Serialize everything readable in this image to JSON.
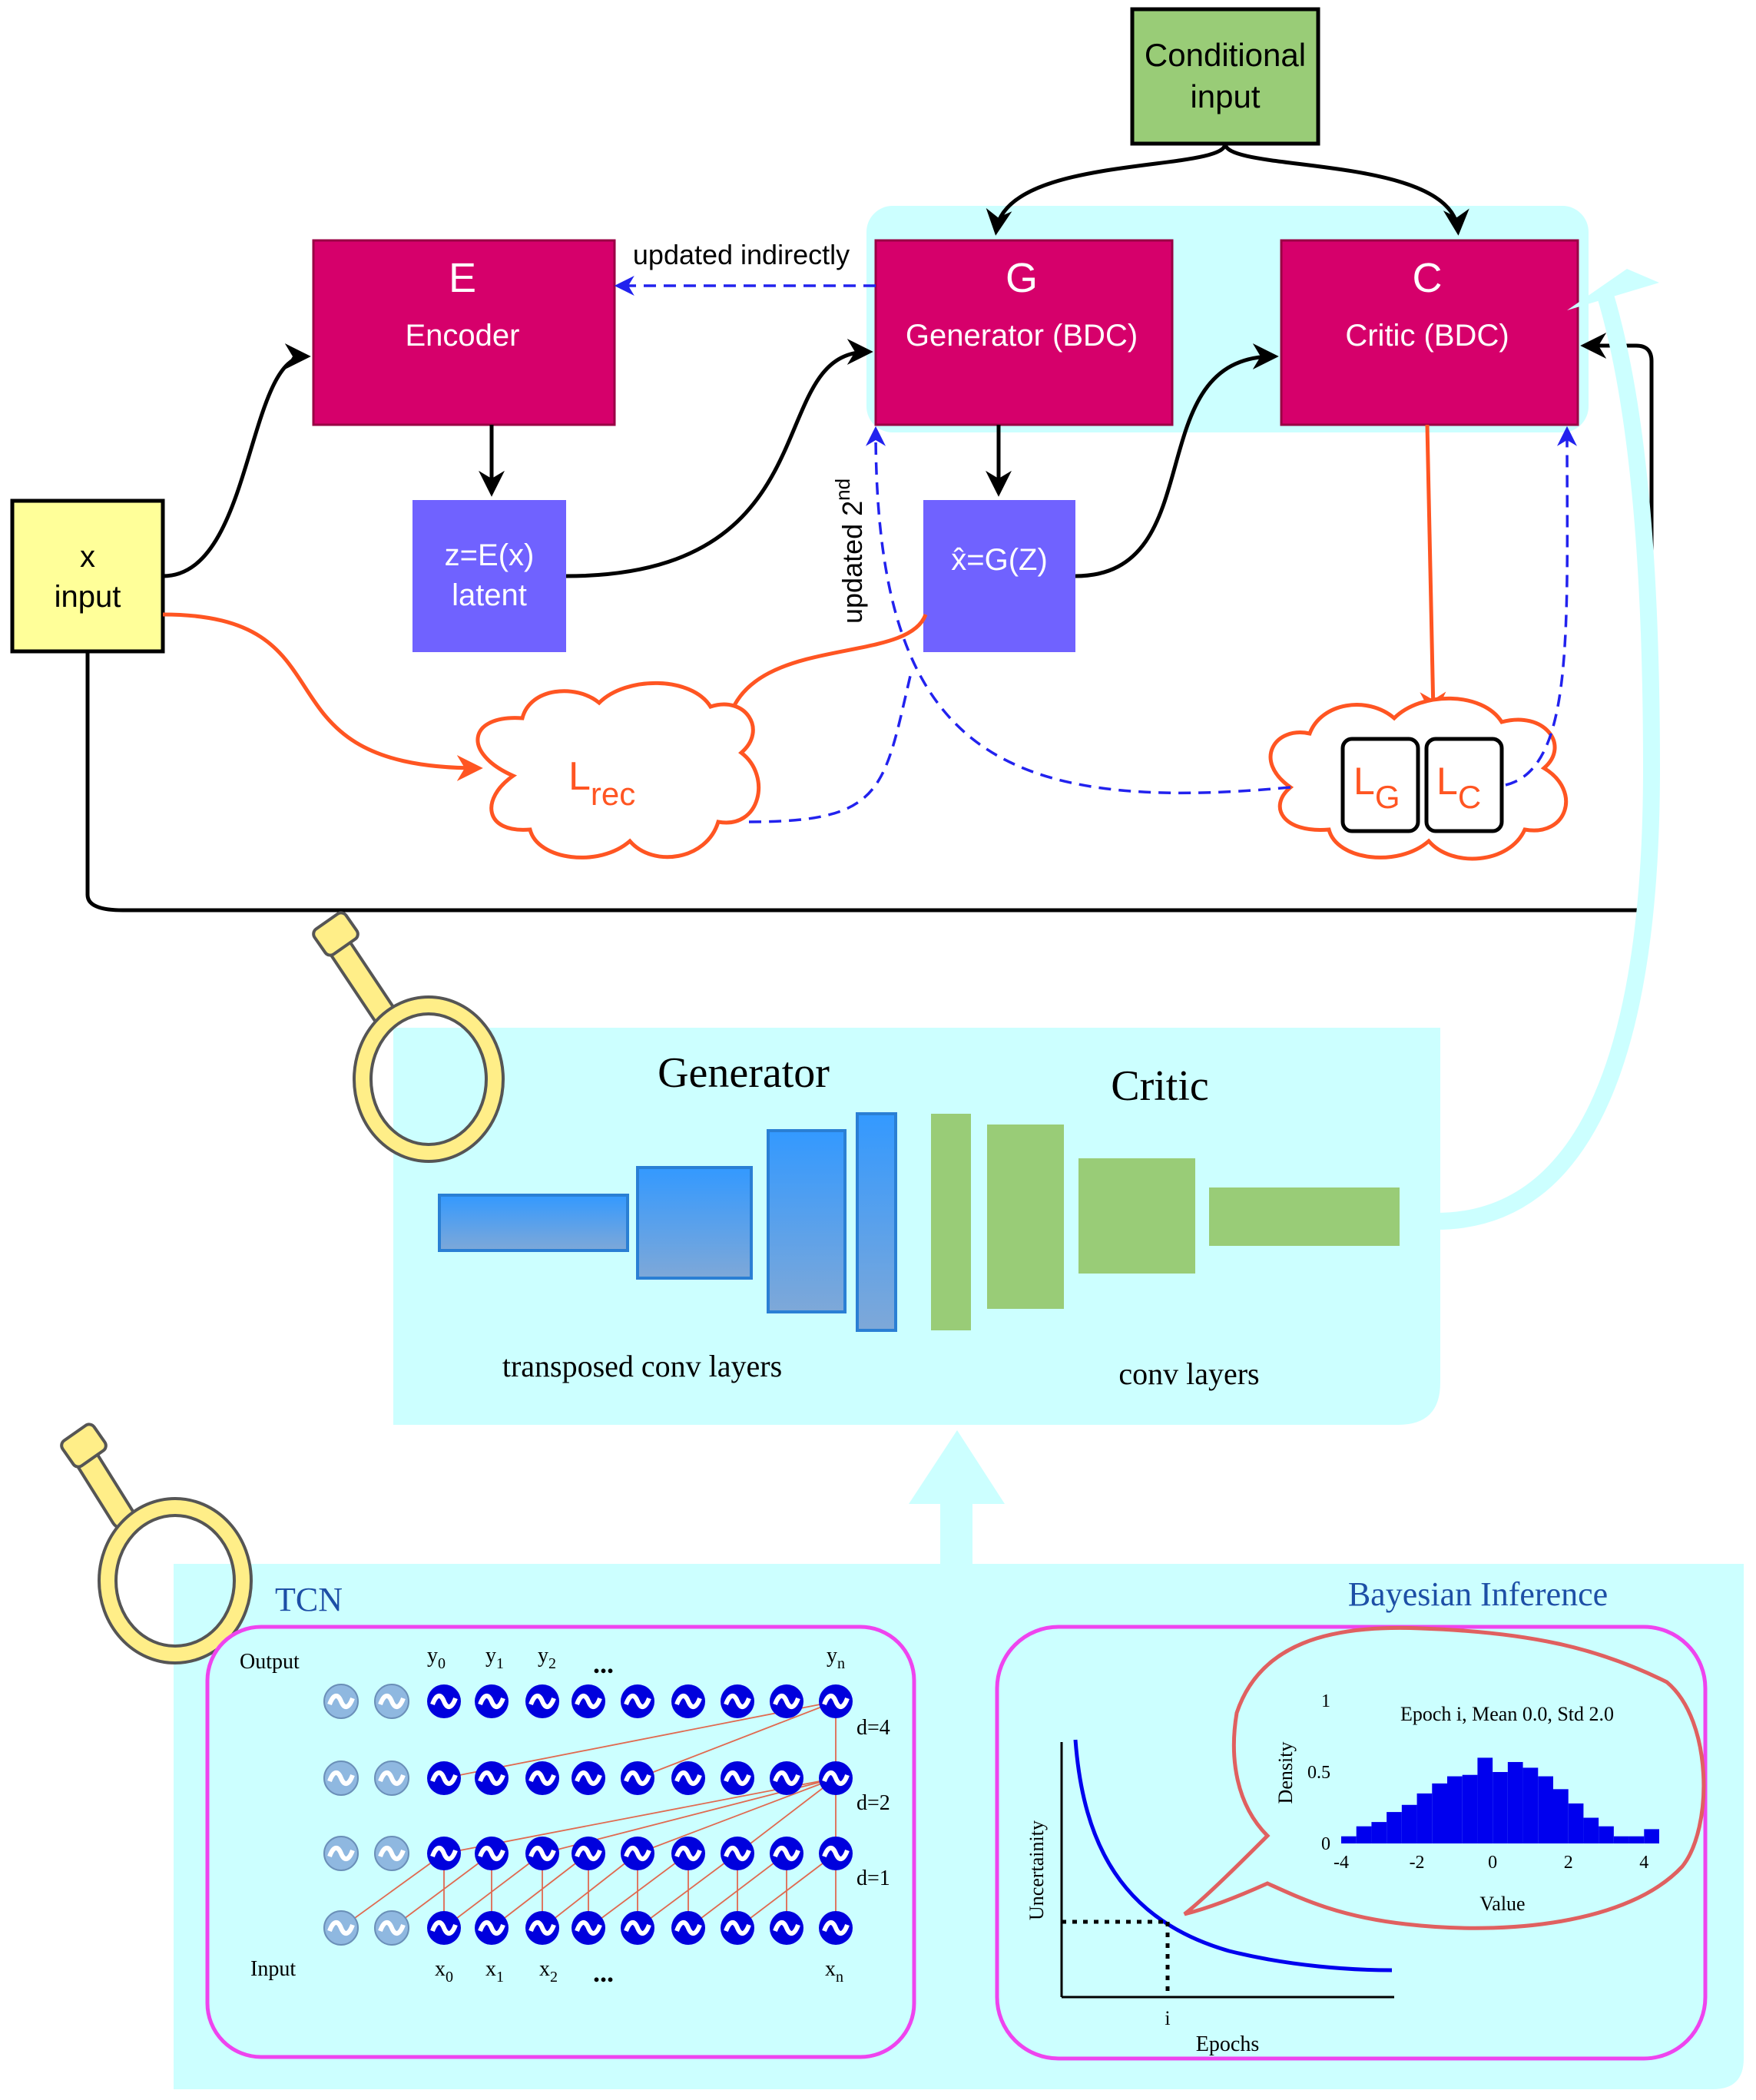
{
  "colors": {
    "module_magenta": "#d6006b",
    "latent_purple": "#7062ff",
    "input_yellow": "#ffff99",
    "conditional_green": "#99cc77",
    "panel_cyan": "#ccffff",
    "loss_orange": "#ff5522",
    "update_blue": "#2222ee",
    "generator_blue": "#3399ff",
    "critic_green": "#99cc77",
    "tcn_node": "#0000dd",
    "magenta_frame": "#ee44ee",
    "histogram_blue": "#0000ee",
    "bubble_red": "#e06060",
    "magnifier_yellow": "#ffee88"
  },
  "nodes": {
    "conditional": {
      "line1": "Conditional",
      "line2": "input"
    },
    "encoder": {
      "letter": "E",
      "label": "Encoder"
    },
    "generator": {
      "letter": "G",
      "label": "Generator (BDC)"
    },
    "critic": {
      "letter": "C",
      "label": "Critic (BDC)"
    },
    "x_input": {
      "line1": "x",
      "line2": "input"
    },
    "latent": {
      "line1": "z=E(x)",
      "line2": "latent"
    },
    "xhat": {
      "label": "x̂=G(Z)"
    }
  },
  "losses": {
    "rec": {
      "base": "L",
      "sub": "rec"
    },
    "g": {
      "base": "L",
      "sub": "G"
    },
    "c": {
      "base": "L",
      "sub": "C"
    }
  },
  "annotations": {
    "updated_indirectly": "updated indirectly",
    "updated_second": "updated 2",
    "updated_second_sup": "nd"
  },
  "gan_panel": {
    "generator_title": "Generator",
    "critic_title": "Critic",
    "generator_caption": "transposed conv layers",
    "critic_caption": "conv layers"
  },
  "tcn": {
    "title": "TCN",
    "output_label": "Output",
    "input_label": "Input",
    "y_labels": [
      {
        "base": "y",
        "sub": "0"
      },
      {
        "base": "y",
        "sub": "1"
      },
      {
        "base": "y",
        "sub": "2"
      },
      {
        "base": "y",
        "sub": "n"
      }
    ],
    "x_labels": [
      {
        "base": "x",
        "sub": "0"
      },
      {
        "base": "x",
        "sub": "1"
      },
      {
        "base": "x",
        "sub": "2"
      },
      {
        "base": "x",
        "sub": "n"
      }
    ],
    "ellipsis": "...",
    "dilations": [
      "d=4",
      "d=2",
      "d=1"
    ]
  },
  "bayes": {
    "title": "Bayesian Inference",
    "ylabel": "Uncertainity",
    "xlabel": "Epochs",
    "x_tick": "i"
  },
  "chart_data": {
    "type": "bar",
    "title": "Epoch i, Mean 0.0, Std 2.0",
    "xlabel": "Value",
    "ylabel": "Density",
    "x_ticks": [
      "-4",
      "-2",
      "0",
      "2",
      "4"
    ],
    "y_ticks": [
      "0",
      "0.5",
      "1"
    ],
    "xlim": [
      -4,
      4.4
    ],
    "ylim": [
      0,
      1
    ],
    "bin_width": 0.4,
    "bins_left": [
      -4.0,
      -3.6,
      -3.2,
      -2.8,
      -2.4,
      -2.0,
      -1.6,
      -1.2,
      -0.8,
      -0.4,
      0.0,
      0.4,
      0.8,
      1.2,
      1.6,
      2.0,
      2.4,
      2.8,
      3.2,
      3.6,
      4.0
    ],
    "values": [
      0.05,
      0.12,
      0.15,
      0.22,
      0.27,
      0.35,
      0.42,
      0.47,
      0.48,
      0.6,
      0.5,
      0.57,
      0.53,
      0.47,
      0.38,
      0.28,
      0.18,
      0.12,
      0.05,
      0.05,
      0.1
    ]
  }
}
